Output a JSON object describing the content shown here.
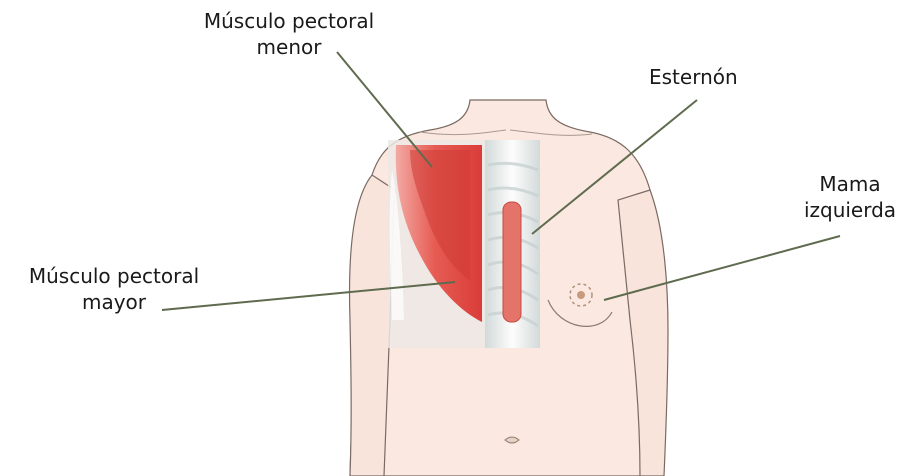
{
  "labels": {
    "pectoral_menor": [
      "Músculo pectoral",
      "menor"
    ],
    "esternon": [
      "Esternón"
    ],
    "mama_izquierda": [
      "Mama",
      "izquierda"
    ],
    "pectoral_mayor": [
      "Músculo pectoral",
      "mayor"
    ]
  },
  "colors": {
    "skin": "#fbe9e1",
    "outline": "#7a6a62",
    "muscle": "#e2443f",
    "muscle_light": "#f07a70",
    "bone": "#dcdcd8",
    "leader": "#5f6b4f",
    "text": "#1a1a1a"
  }
}
